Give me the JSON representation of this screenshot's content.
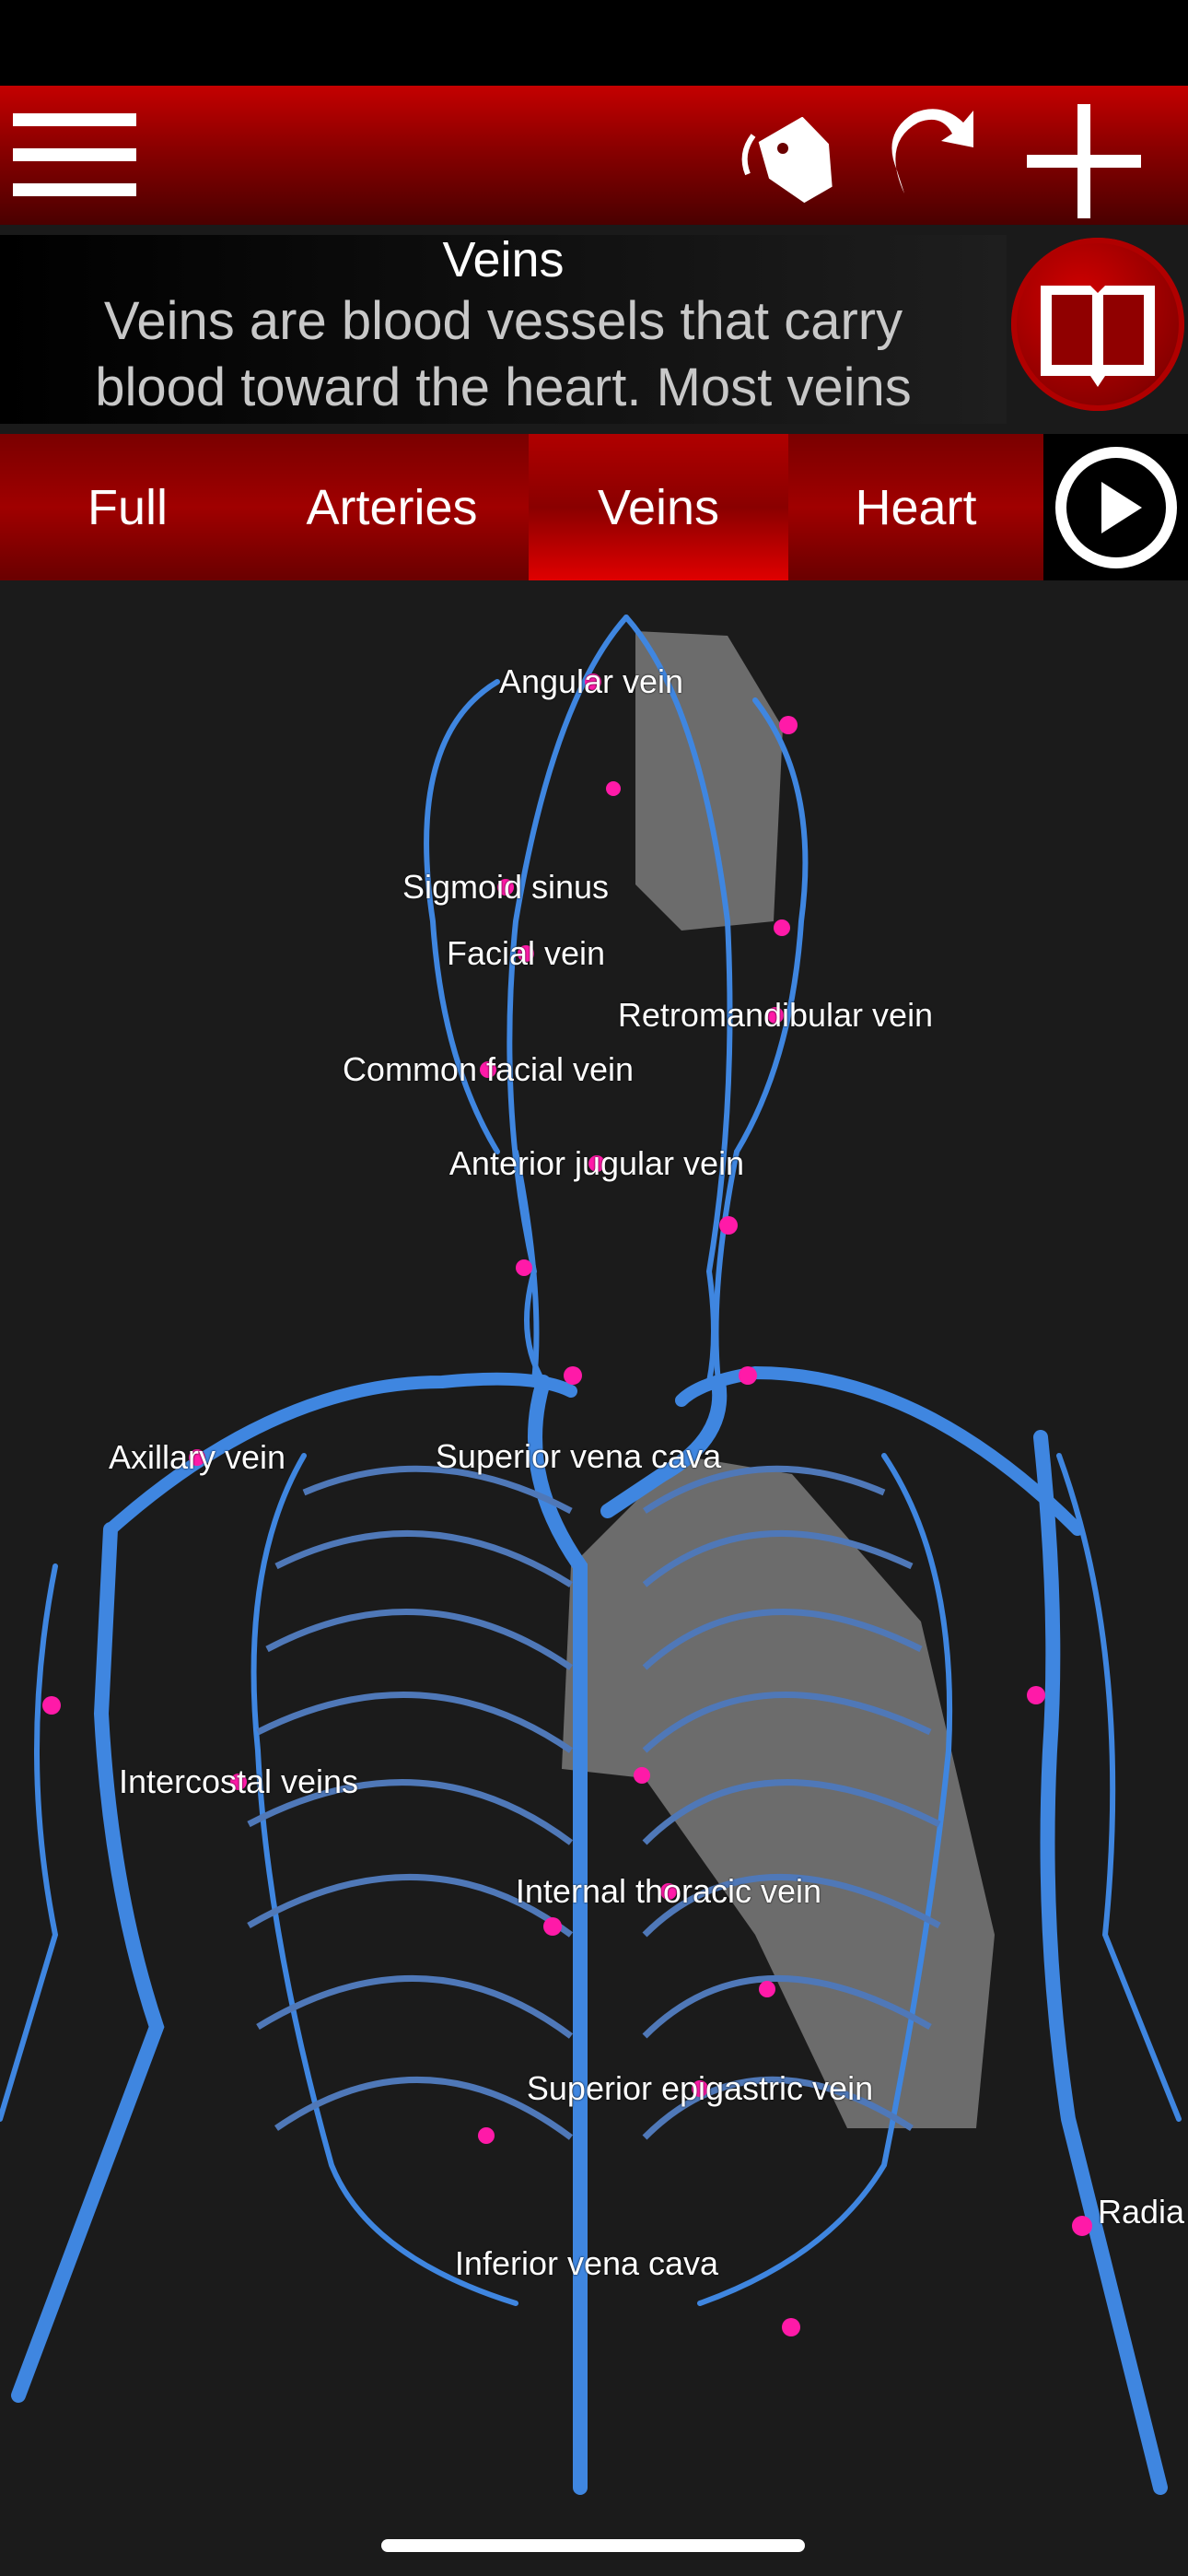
{
  "toolbar": {
    "icons": [
      "menu-icon",
      "tag-icon",
      "redo-icon",
      "plus-icon"
    ]
  },
  "info": {
    "title": "Veins",
    "description": "Veins are blood vessels that carry blood toward the heart. Most veins",
    "book_icon": "book-icon"
  },
  "tabs": [
    {
      "label": "Full",
      "active": false
    },
    {
      "label": "Arteries",
      "active": false
    },
    {
      "label": "Veins",
      "active": true
    },
    {
      "label": "Heart",
      "active": false
    }
  ],
  "play_icon": "play-icon",
  "labels": {
    "angular": "Angular vein",
    "sigmoid": "Sigmoid sinus",
    "facial": "Facial vein",
    "retromandibular": "Retromandibular vein",
    "common_facial": "Common facial vein",
    "anterior_jugular": "Anterior jugular vein",
    "axillary": "Axillary vein",
    "svc": "Superior vena cava",
    "intercostal": "Intercostal veins",
    "internal_thoracic": "Internal thoracic vein",
    "superior_epigastric": "Superior epigastric vein",
    "ivc": "Inferior vena cava",
    "radial": "Radia"
  },
  "colors": {
    "accent": "#c40000",
    "vein": "#3f86e0",
    "marker": "#ff1aa8"
  }
}
